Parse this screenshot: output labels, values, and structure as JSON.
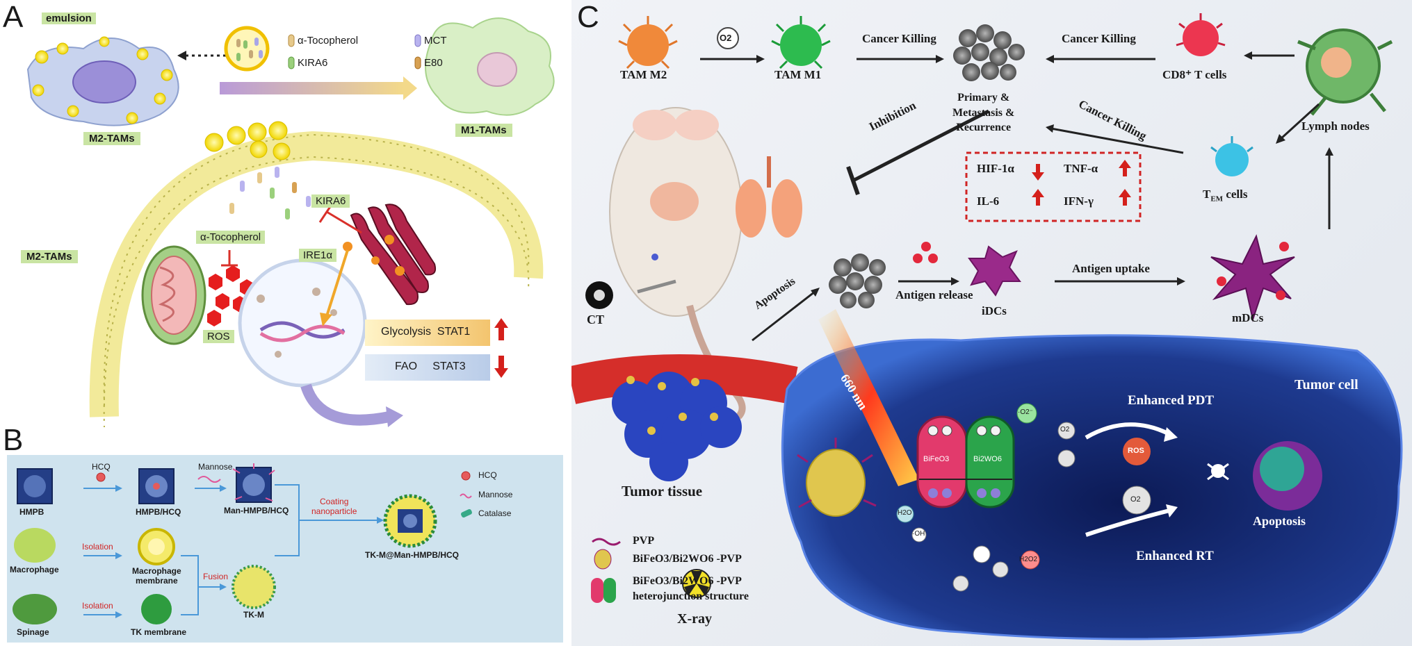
{
  "panels": {
    "a": "A",
    "b": "B",
    "c": "C"
  },
  "panel_a": {
    "legend_emulsion": "emulsion",
    "legend_items": [
      "α-Tocopherol",
      "MCT",
      "KIRA6",
      "E80"
    ],
    "m2_tams_top": "M2-TAMs",
    "m1_tams": "M1-TAMs",
    "m2_tams_side": "M2-TAMs",
    "kira6": "KIRA6",
    "alpha_tocopherol": "α-Tocopherol",
    "ire1a": "IRE1α",
    "ros": "ROS",
    "glycolysis_box": "Glycolysis  STAT1",
    "fao_box": "FAO     STAT3"
  },
  "panel_b": {
    "hmpb": "HMPB",
    "hcq_step": "HCQ",
    "hmpb_hcq": "HMPB/HCQ",
    "mannose_step": "Mannose",
    "man_hmpb_hcq": "Man-HMPB/HCQ",
    "macrophage": "Macrophage",
    "isolation_1": "Isolation",
    "macrophage_membrane": "Macrophage\nmembrane",
    "fusion": "Fusion",
    "spinage": "Spinage",
    "isolation_2": "Isolation",
    "tk_membrane": "TK membrane",
    "tk_m": "TK-M",
    "coating": "Coating\nnanoparticle",
    "final": "TK-M@Man-HMPB/HCQ",
    "legend": [
      "HCQ",
      "Mannose",
      "Catalase"
    ]
  },
  "panel_c": {
    "tam_m2": "TAM M2",
    "o2_top": "O2",
    "tam_m1": "TAM M1",
    "cancer_killing_1": "Cancer Killing",
    "cancer_killing_2": "Cancer Killing",
    "cancer_killing_3": "Cancer Killing",
    "cd8": "CD8⁺ T cells",
    "primary": "Primary &\nMetastasis &\nRecurrence",
    "inhibition": "Inhibition",
    "lymph_nodes": "Lymph nodes",
    "tem_cells": "T",
    "tem_sub": "EM",
    "tem_suffix": " cells",
    "cytokines": [
      "HIF-1α",
      "TNF-α",
      "IL-6",
      "IFN-γ"
    ],
    "ct": "CT",
    "apoptosis_arrow": "Apoptosis",
    "antigen_release": "Antigen release",
    "idcs": "iDCs",
    "antigen_uptake": "Antigen uptake",
    "mdcs": "mDCs",
    "nm660": "660 nm",
    "enhanced_pdt": "Enhanced PDT",
    "tumor_cell": "Tumor cell",
    "ros": "ROS",
    "enhanced_rt": "Enhanced RT",
    "apoptosis": "Apoptosis",
    "tumor_tissue": "Tumor tissue",
    "legend_pvp": "PVP",
    "legend_nano": "BiFeO3/Bi2WO6 -PVP",
    "legend_hetero_1": "BiFeO3/Bi2WO6 -PVP",
    "legend_hetero_2": "heterojunction structure",
    "xray": "X-ray",
    "bifeo3": "BiFeO3",
    "bi2wo6": "Bi2WO6",
    "oh": "·OH",
    "h2o": "H2O",
    "h2o2": "H2O2",
    "o2": "O2",
    "o2_minus": "·O2⁻"
  },
  "colors": {
    "panel_b_bg": "#cfe3ee",
    "label_box": "#c9e4a3",
    "arrow_blue": "#4a98d8",
    "red_text": "#d02424",
    "tumor_dark": "#0c1a55",
    "membrane": "#f2ea9a"
  }
}
